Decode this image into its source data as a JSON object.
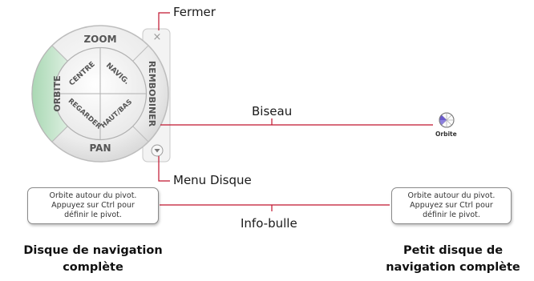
{
  "callouts": {
    "close": "Fermer",
    "bezel": "Biseau",
    "wheel_menu": "Menu Disque",
    "tooltip": "Info-bulle"
  },
  "full_wheel": {
    "outer": {
      "top": "ZOOM",
      "right": "REMBOBINER",
      "bottom": "PAN",
      "left": "ORBITE"
    },
    "inner": {
      "top_left": "CENTRE",
      "top_right": "NAVIG.",
      "bottom_left": "REGARDER",
      "bottom_right": "HAUT/BAS"
    },
    "close_glyph": "×",
    "menu_glyph": "▾",
    "highlight_color": "#cfe8d4"
  },
  "mini_wheel": {
    "label": "Orbite",
    "highlight_color": "#6a5acd"
  },
  "tooltips": {
    "full": [
      "Orbite autour du pivot.",
      "Appuyez sur Ctrl pour",
      "définir le pivot."
    ],
    "mini": [
      "Orbite autour du pivot.",
      "Appuyez sur Ctrl pour",
      "définir le pivot."
    ]
  },
  "captions": {
    "full": [
      "Disque de navigation",
      "complète"
    ],
    "mini": [
      "Petit disque de",
      "navigation complète"
    ]
  },
  "colors": {
    "leader": "#c0152f"
  }
}
